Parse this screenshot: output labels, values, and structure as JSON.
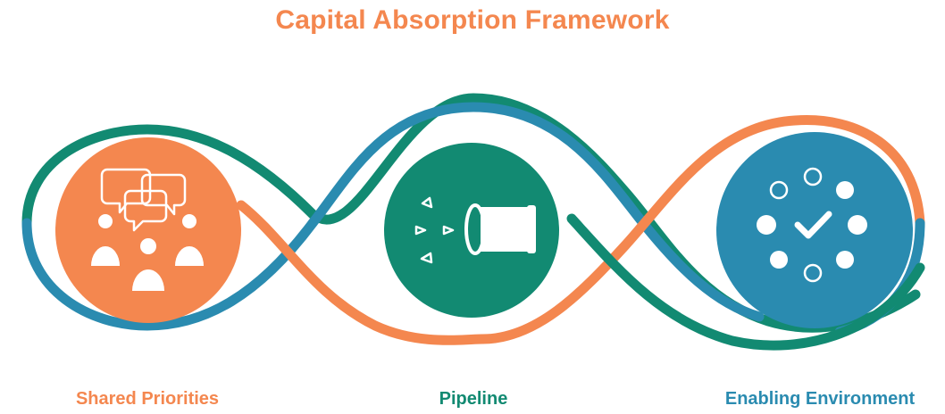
{
  "title": "Capital Absorption Framework",
  "stages": [
    {
      "label": "Shared Priorities",
      "icon": "people-discussion-icon"
    },
    {
      "label": "Pipeline",
      "icon": "pipe-flow-icon"
    },
    {
      "label": "Enabling Environment",
      "icon": "circle-of-dots-check-icon"
    }
  ],
  "colors": {
    "orange": "#f4874f",
    "green": "#128a72",
    "blue": "#2a8bb0"
  }
}
